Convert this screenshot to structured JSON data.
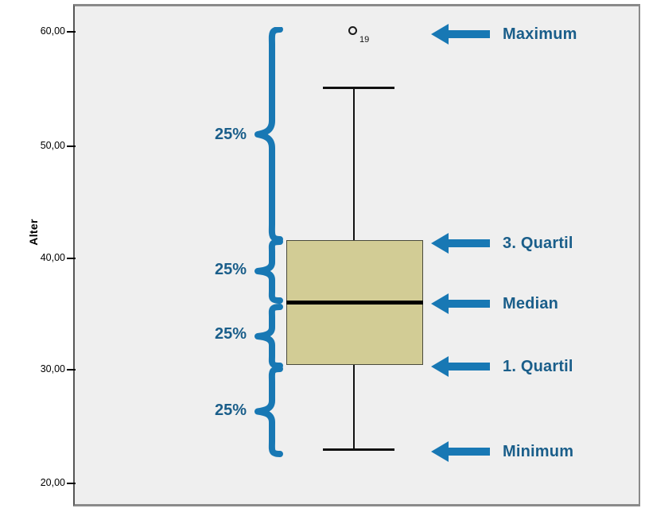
{
  "chart_data": {
    "type": "box",
    "title": "",
    "ylabel": "Alter",
    "xlabel": "",
    "ylim": [
      18.8,
      62.2
    ],
    "yticks": [
      "20,00",
      "30,00",
      "40,00",
      "50,00",
      "60,00"
    ],
    "ytick_values": [
      20,
      30,
      40,
      50,
      60
    ],
    "grid": false,
    "legend": "none",
    "background": "#efefef",
    "box_fill": "#d2cc95",
    "series": [
      {
        "name": "Alter",
        "minimum": 23.0,
        "q1": 30.4,
        "median": 36.0,
        "q3": 41.6,
        "maximum": 55.0,
        "outliers": [
          {
            "value": 60.0,
            "label": "19"
          }
        ]
      }
    ]
  },
  "axis": {
    "y_title": "Alter",
    "ticks": [
      {
        "label": "60,00",
        "value": 60
      },
      {
        "label": "50,00",
        "value": 50
      },
      {
        "label": "40,00",
        "value": 40
      },
      {
        "label": "30,00",
        "value": 30
      },
      {
        "label": "20,00",
        "value": 20
      }
    ]
  },
  "annotations": {
    "arrow_color": "#1878b4",
    "text_color": "#1a5e8a",
    "callouts": [
      {
        "label": "Maximum",
        "target": "outlier"
      },
      {
        "label": "3. Quartil",
        "target": "q3"
      },
      {
        "label": "Median",
        "target": "median"
      },
      {
        "label": "1. Quartil",
        "target": "q1"
      },
      {
        "label": "Minimum",
        "target": "minimum"
      }
    ],
    "braces": [
      {
        "label": "25%",
        "range": "q3-to-maximum"
      },
      {
        "label": "25%",
        "range": "median-to-q3"
      },
      {
        "label": "25%",
        "range": "q1-to-median"
      },
      {
        "label": "25%",
        "range": "minimum-to-q1"
      }
    ]
  },
  "outlier": {
    "case_label": "19"
  }
}
